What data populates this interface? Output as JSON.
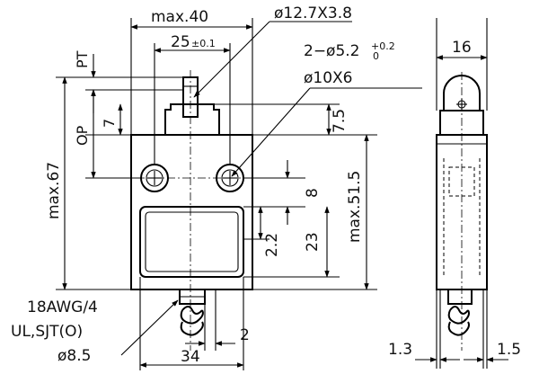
{
  "drawing": {
    "dimensions": {
      "max_width": "max.40",
      "roller": "ø12.7X3.8",
      "roller_pos": "25",
      "roller_pos_tol": "±0.1",
      "mount_holes": "2−ø5.2",
      "mount_holes_tol_plus": "+0.2",
      "mount_holes_tol_minus": "0",
      "counterbore": "ø10X6",
      "pt": "PT",
      "op": "OP",
      "seven": "7",
      "top_offset": "7.5",
      "max_height": "max.67",
      "body_height": "max.51.5",
      "hole_gap": "8",
      "pocket_height": "23",
      "pocket_offset": "2.2",
      "base_width": "34",
      "cable_offset": "2",
      "side_width": "16",
      "side_left_offset": "1.3",
      "side_right_offset": "1.5"
    },
    "cable": {
      "line1": "18AWG/4",
      "line2": "UL,SJT(O)",
      "line3": "ø8.5"
    }
  }
}
